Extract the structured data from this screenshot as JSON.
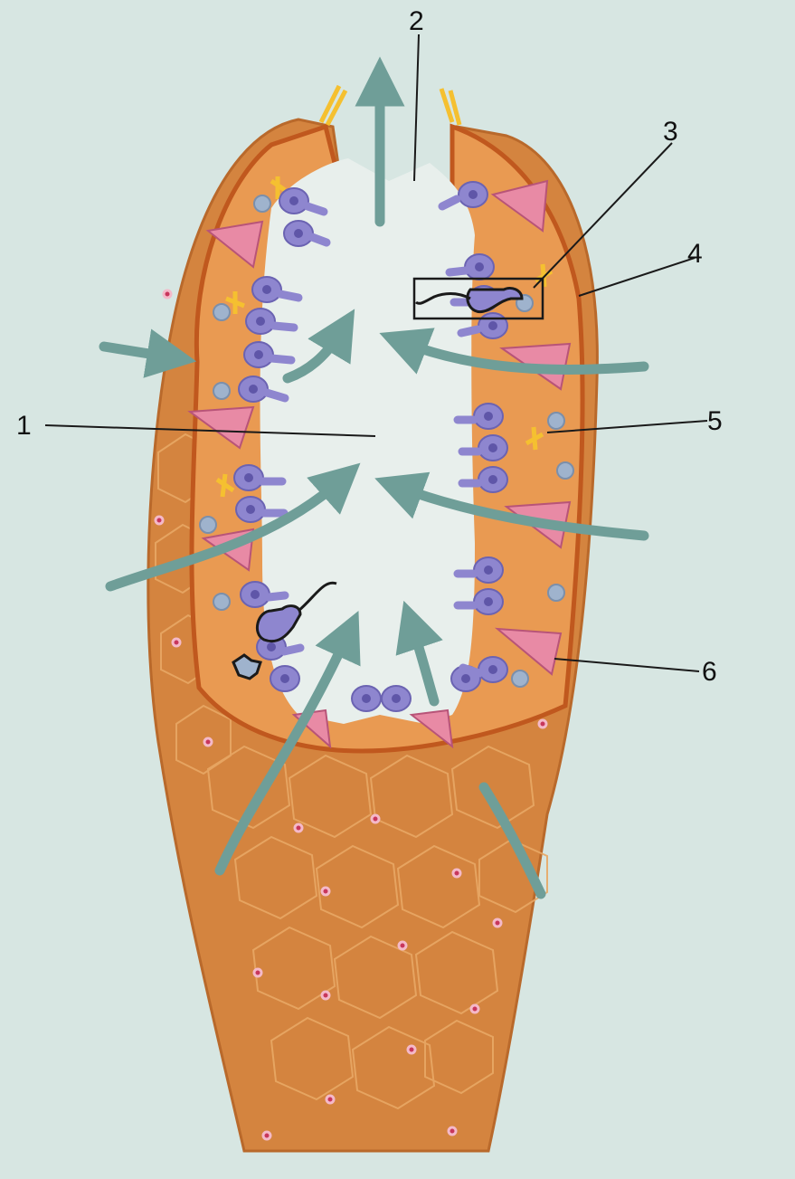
{
  "diagram": {
    "labels": [
      "1",
      "2",
      "3",
      "4",
      "5",
      "6"
    ],
    "colors": {
      "background": "#d7e6e2",
      "wall_outer": "#d4843f",
      "wall_inner": "#e9a25d",
      "wall_rim": "#c0581e",
      "cavity": "#e8efec",
      "collar_cell": "#8e86cf",
      "collar_nucleus": "#5f56a8",
      "porocyte": "#e88aa5",
      "porocyte_light": "#f6bfcc",
      "amoebocyte": "#9fb3cd",
      "spicule": "#f5c030",
      "arrow": "#6f9e98",
      "pinacocyte_nucleus": "#c8365c",
      "line": "#1a1a1a"
    }
  }
}
